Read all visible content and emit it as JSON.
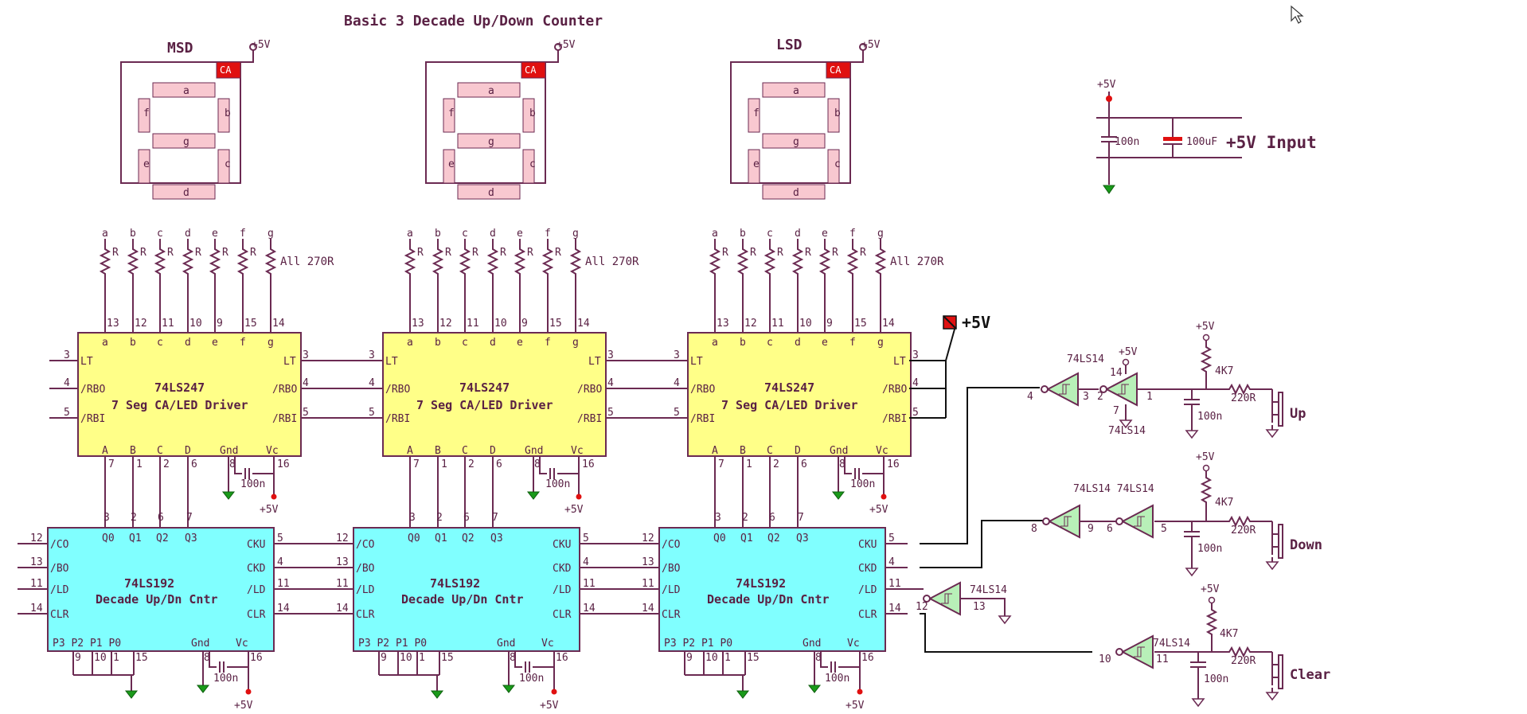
{
  "title": "Basic 3 Decade Up/Down Counter",
  "colors": {
    "wire": "#6b2a52",
    "driver_fill": "#ffff88",
    "counter_fill": "#80ffff",
    "gate_fill": "#b8f0b8",
    "segment_fill": "#f8c8d0",
    "ca_fill": "#e01010",
    "ground": "#1a9a1a"
  },
  "display_headers": [
    "MSD",
    "",
    "LSD"
  ],
  "display": {
    "ca": "CA",
    "vcc": "+5V",
    "seg_a": "a",
    "seg_b": "b",
    "seg_c": "c",
    "seg_d": "d",
    "seg_e": "e",
    "seg_f": "f",
    "seg_g": "g"
  },
  "resistors": {
    "letters": [
      "a",
      "b",
      "c",
      "d",
      "e",
      "f",
      "g"
    ],
    "r_label": "R",
    "note": "All 270R",
    "pins": [
      "13",
      "12",
      "11",
      "10",
      "9",
      "15",
      "14"
    ]
  },
  "driver": {
    "part": "74LS247",
    "desc": "7 Seg CA/LED Driver",
    "top_pins": [
      "a",
      "b",
      "c",
      "d",
      "e",
      "f",
      "g"
    ],
    "left_pins": [
      "LT",
      "/RBO",
      "/RBI"
    ],
    "right_pins": [
      "LT",
      "/RBO",
      "/RBI"
    ],
    "pin_nums": [
      "3",
      "4",
      "5"
    ],
    "bottom_pins": [
      "A",
      "B",
      "C",
      "D"
    ],
    "bottom_nums": [
      "7",
      "1",
      "2",
      "6"
    ],
    "gnd": "Gnd",
    "vc": "Vc",
    "gnd_num": "8",
    "vc_num": "16",
    "cap": "100n",
    "vcc": "+5V"
  },
  "counter": {
    "part": "74LS192",
    "desc": "Decade Up/Dn Cntr",
    "q_pins": [
      "Q0",
      "Q1",
      "Q2",
      "Q3"
    ],
    "q_nums": [
      "3",
      "2",
      "6",
      "7"
    ],
    "left_pins": [
      "/CO",
      "/BO",
      "/LD",
      "CLR"
    ],
    "left_nums": [
      "12",
      "13",
      "11",
      "14"
    ],
    "right_pins": [
      "CKU",
      "CKD",
      "/LD",
      "CLR"
    ],
    "right_nums": [
      "5",
      "4",
      "11",
      "14"
    ],
    "p_pins": "P3 P2 P1 P0",
    "p_nums": [
      "9",
      "10",
      "1",
      "15"
    ],
    "gnd": "Gnd",
    "vc": "Vc",
    "gnd_num": "8",
    "vc_num": "16",
    "cap": "100n",
    "vcc": "+5V"
  },
  "supply": {
    "vcc": "+5V",
    "cap1": "100n",
    "cap2": "100uF",
    "input": "+5V Input"
  },
  "lt_tie": "+5V",
  "inputs": {
    "up": {
      "label": "Up",
      "vcc": "+5V",
      "r1": "4K7",
      "r2": "220R",
      "cap": "100n",
      "gate1": "74LS14",
      "gate2": "74LS14",
      "vcc2": "+5V",
      "pin14": "14",
      "pin7": "7",
      "p4": "4",
      "p3": "3",
      "p2": "2",
      "p1": "1"
    },
    "down": {
      "label": "Down",
      "vcc": "+5V",
      "r1": "4K7",
      "r2": "220R",
      "cap": "100n",
      "gates": "74LS14 74LS14",
      "p8": "8",
      "p9": "9",
      "p6": "6",
      "p5": "5"
    },
    "load": {
      "gate": "74LS14",
      "p12": "12",
      "p13": "13"
    },
    "clear": {
      "label": "Clear",
      "vcc": "+5V",
      "r1": "4K7",
      "r2": "220R",
      "cap": "100n",
      "gate": "74LS14",
      "p10": "10",
      "p11": "11"
    }
  }
}
